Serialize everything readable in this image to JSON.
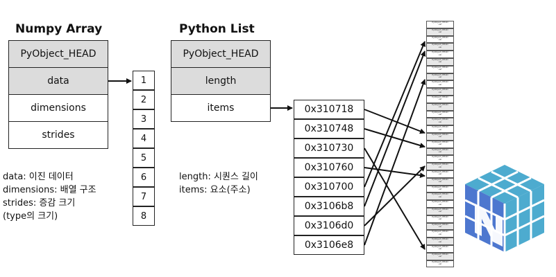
{
  "numpy": {
    "title": "Numpy Array",
    "header": "PyObject_HEAD",
    "fields": [
      "data",
      "dimensions",
      "strides"
    ]
  },
  "array_values": [
    "1",
    "2",
    "3",
    "4",
    "5",
    "6",
    "7",
    "8"
  ],
  "pylist": {
    "title": "Python List",
    "header": "PyObject_HEAD",
    "fields": [
      "length",
      "items"
    ]
  },
  "addresses": [
    "0x310718",
    "0x310748",
    "0x310730",
    "0x310760",
    "0x310700",
    "0x3106b8",
    "0x3106d0",
    "0x3106e8"
  ],
  "numpy_notes": [
    "data: 이진 데이터",
    "dimensions: 배열 구조",
    "strides: 증감 크기",
    "(type의 크기)"
  ],
  "list_notes": [
    "length: 시퀀스 길이",
    "items: 요소(주소)"
  ],
  "memory_cell": {
    "line1": "PyObject_HEAD",
    "line2": "val"
  },
  "logo": {
    "name": "numpy-cube-logo",
    "colors": {
      "light": "#4dabcf",
      "mid": "#4d77cf",
      "dark": "#2b5ea7"
    }
  }
}
